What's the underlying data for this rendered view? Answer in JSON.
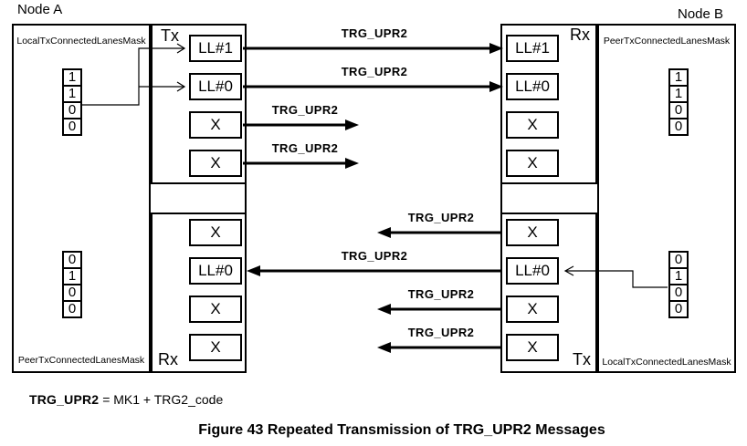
{
  "node_a": {
    "title": "Node A",
    "tx_label": "Tx",
    "rx_label": "Rx",
    "local_mask_label": "LocalTxConnectedLanesMask",
    "peer_mask_label": "PeerTxConnectedLanesMask",
    "local_mask": [
      "1",
      "1",
      "0",
      "0"
    ],
    "peer_mask": [
      "0",
      "1",
      "0",
      "0"
    ],
    "tx_lanes": [
      "LL#1",
      "LL#0",
      "X",
      "X"
    ],
    "rx_lanes": [
      "X",
      "LL#0",
      "X",
      "X"
    ]
  },
  "node_b": {
    "title": "Node B",
    "rx_label": "Rx",
    "tx_label": "Tx",
    "peer_mask_label": "PeerTxConnectedLanesMask",
    "local_mask_label": "LocalTxConnectedLanesMask",
    "peer_mask": [
      "1",
      "1",
      "0",
      "0"
    ],
    "local_mask": [
      "0",
      "1",
      "0",
      "0"
    ],
    "rx_lanes": [
      "LL#1",
      "LL#0",
      "X",
      "X"
    ],
    "tx_lanes": [
      "X",
      "LL#0",
      "X",
      "X"
    ]
  },
  "messages": {
    "a_to_b": [
      "TRG_UPR2",
      "TRG_UPR2",
      "TRG_UPR2",
      "TRG_UPR2"
    ],
    "b_to_a": [
      "TRG_UPR2",
      "TRG_UPR2",
      "TRG_UPR2",
      "TRG_UPR2"
    ]
  },
  "footnote": {
    "term": "TRG_UPR2",
    "definition": "= MK1 + TRG2_code"
  },
  "caption": "Figure 43 Repeated Transmission of TRG_UPR2 Messages",
  "colors": {
    "ink": "#000000",
    "background": "#ffffff"
  }
}
